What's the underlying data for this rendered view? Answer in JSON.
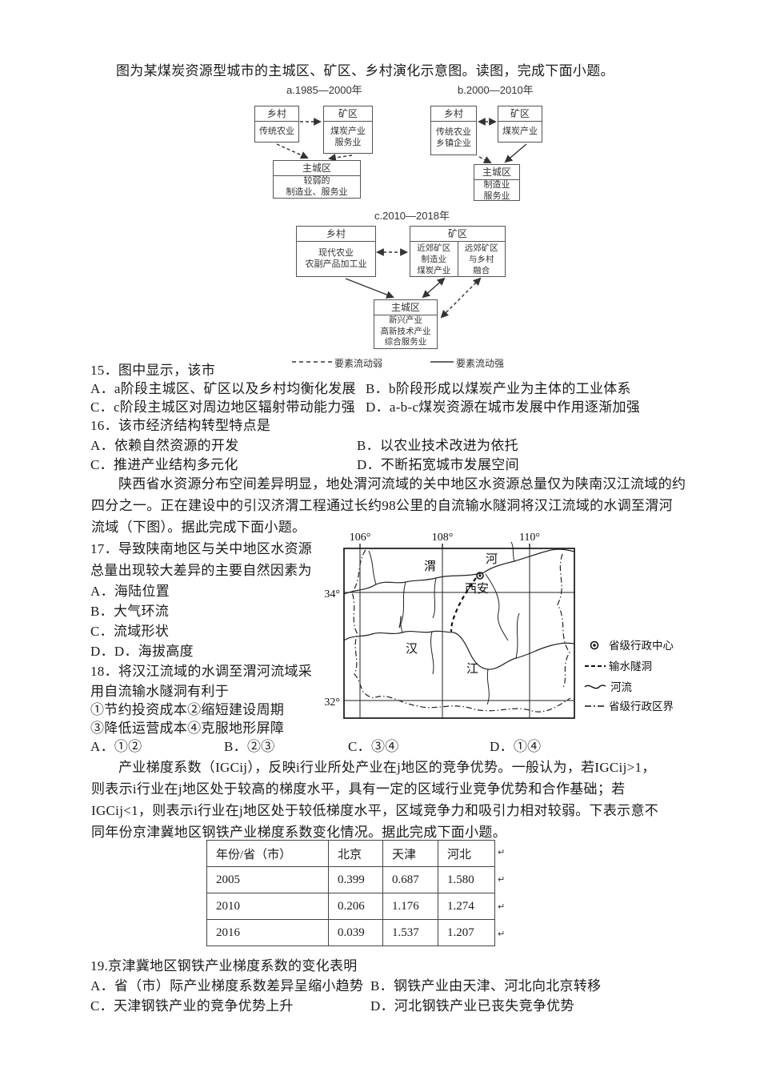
{
  "intro1": "图为某煤炭资源型城市的主城区、矿区、乡村演化示意图。读图，完成下面小题。",
  "figure1": {
    "stage_a_label": "a.1985—2000年",
    "stage_b_label": "b.2000—2010年",
    "stage_c_label": "c.2010—2018年",
    "a_village_title": "乡村",
    "a_village_body": "传统农业",
    "a_mine_title": "矿区",
    "a_mine_body": "煤炭产业\n服务业",
    "a_city_title": "主城区",
    "a_city_body": "较弱的\n制造业、服务业",
    "b_village_title": "乡村",
    "b_village_body": "传统农业\n乡镇企业",
    "b_mine_title": "矿区",
    "b_mine_body": "煤炭产业",
    "b_city_title": "主城区",
    "b_city_body": "制造业\n服务业",
    "c_village_title": "乡村",
    "c_village_body": "现代农业\n农副产品加工业",
    "c_mine_title": "矿区",
    "c_mine_left": "近郊矿区\n制造业\n煤炭产业",
    "c_mine_right": "远郊矿区\n与乡村\n融合",
    "c_city_title": "主城区",
    "c_city_body": "新兴产业\n高新技术产业\n综合服务业",
    "legend_weak": "要素流动弱",
    "legend_strong": "要素流动强"
  },
  "q15": {
    "stem": "15．图中显示，该市",
    "a": "A．a阶段主城区、矿区以及乡村均衡化发展",
    "b": "B．b阶段形成以煤炭产业为主体的工业体系",
    "c": "C．c阶段主城区对周边地区辐射带动能力强",
    "d": "D．a-b-c煤炭资源在城市发展中作用逐渐加强"
  },
  "q16": {
    "stem": "16．该市经济结构转型特点是",
    "a": "A．依赖自然资源的开发",
    "b": "B．以农业技术改进为依托",
    "c": "C．推进产业结构多元化",
    "d": "D．不断拓宽城市发展空间"
  },
  "passage2": {
    "l1": "陕西省水资源分布空间差异明显，地处渭河流域的关中地区水资源总量仅为陕南汉江流域的约",
    "l2": "四分之一。正在建设中的引汉济渭工程通过长约98公里的自流输水隧洞将汉江流域的水调至渭河",
    "l3": "流域（下图）。据此完成下面小题。"
  },
  "q17": {
    "stem1": "17．导致陕南地区与关中地区水资源",
    "stem2": "总量出现较大差异的主要自然因素为",
    "a": "A．海陆位置",
    "b": "B．大气环流",
    "c": "C．流域形状",
    "d": "D．D．海拔高度"
  },
  "q18": {
    "stem1": "18．将汉江流域的水调至渭河流域采",
    "stem2": "用自流输水隧洞有利于",
    "items1": "①节约投资成本②缩短建设周期",
    "items2": "③降低运营成本④克服地形屏障",
    "a": "A．①②",
    "b": "B．②③",
    "c": "C．③④",
    "d": "D．①④"
  },
  "map": {
    "lon_ticks": [
      "106°",
      "108°",
      "110°"
    ],
    "lat_ticks": [
      "34°",
      "32°"
    ],
    "wei_char1": "渭",
    "wei_char2": "河",
    "xian_label": "西安",
    "han_char1": "汉",
    "han_char2": "江",
    "legend": {
      "capital": "省级行政中心",
      "tunnel": "输水隧洞",
      "river": "河流",
      "boundary": "省级行政区界"
    }
  },
  "passage3": {
    "l1": "产业梯度系数（IGCij），反映i行业所处产业在j地区的竞争优势。一般认为，若IGCij>1，",
    "l2": "则表示i行业在j地区处于较高的梯度水平，具有一定的区域行业竞争优势和合作基础；若",
    "l3": "IGCij<1，则表示i行业在j地区处于较低梯度水平，区域竞争力和吸引力相对较弱。下表示意不",
    "l4": "同年份京津冀地区钢铁产业梯度系数变化情况。据此完成下面小题。"
  },
  "table": {
    "headers": [
      "年份/省（市）",
      "北京",
      "天津",
      "河北"
    ],
    "rows": [
      [
        "2005",
        "0.399",
        "0.687",
        "1.580"
      ],
      [
        "2010",
        "0.206",
        "1.176",
        "1.274"
      ],
      [
        "2016",
        "0.039",
        "1.537",
        "1.207"
      ]
    ],
    "row_end_mark": "↵"
  },
  "q19": {
    "stem": "19.京津冀地区钢铁产业梯度系数的变化表明",
    "a": "A．省（市）际产业梯度系数差异呈缩小趋势",
    "b": "B．钢铁产业由天津、河北向北京转移",
    "c": "C．天津钢铁产业的竞争优势上升",
    "d": "D．河北钢铁产业已丧失竞争优势"
  }
}
